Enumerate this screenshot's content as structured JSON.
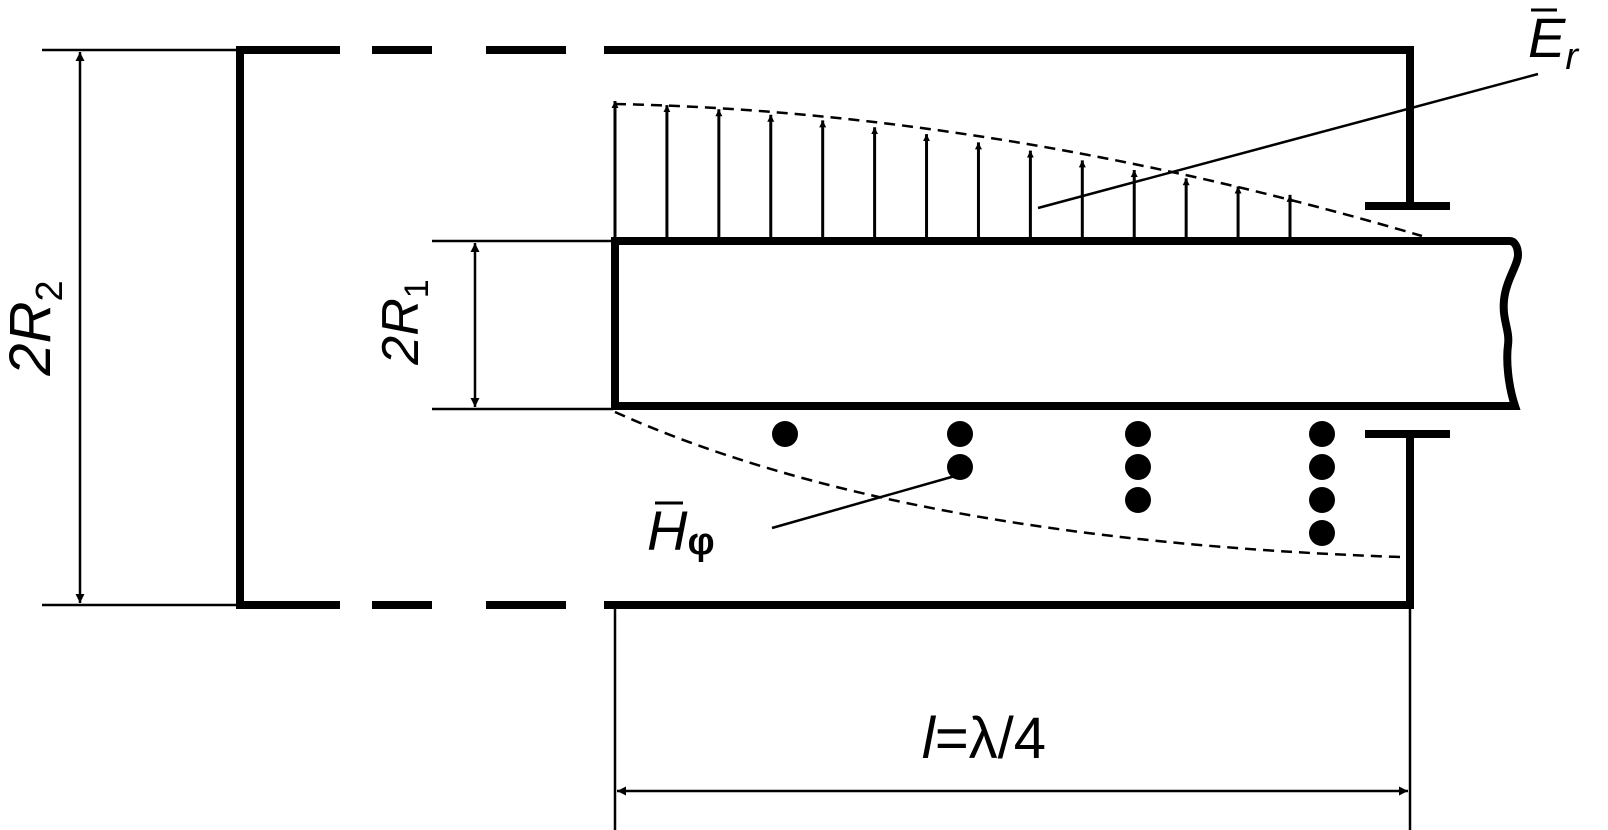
{
  "labels": {
    "outer_diameter": {
      "main": "2R",
      "sub": "2"
    },
    "inner_diameter": {
      "main": "2R",
      "sub": "1"
    },
    "electric_field": {
      "main": "E",
      "sub": "r"
    },
    "magnetic_field": {
      "main": "H",
      "sub": "φ"
    },
    "length": {
      "var": "l",
      "rest": "=λ/4"
    }
  },
  "field_pattern": {
    "e_arrow_relative_heights": [
      1.0,
      0.97,
      0.94,
      0.9,
      0.86,
      0.81,
      0.76,
      0.7,
      0.64,
      0.57,
      0.5,
      0.44,
      0.38,
      0.32
    ],
    "h_dot_counts": [
      1,
      2,
      3,
      4
    ]
  },
  "colors": {
    "ink": "#000000",
    "background": "#ffffff"
  }
}
